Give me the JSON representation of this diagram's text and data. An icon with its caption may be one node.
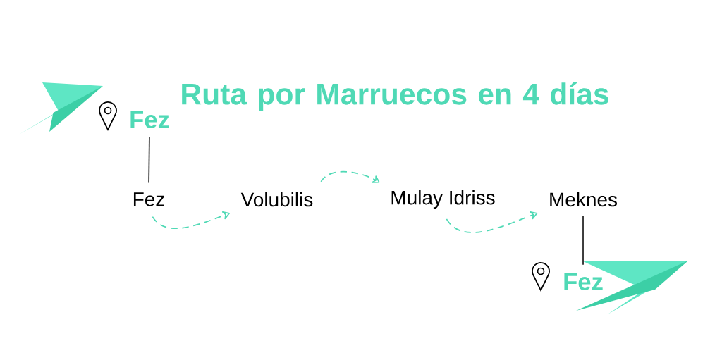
{
  "diagram": {
    "title": "Ruta por Marruecos en 4 días",
    "nodes": [
      {
        "text": [
          "Fez"
        ]
      },
      {
        "text": [
          "Fez"
        ]
      },
      {
        "text": [
          "Volubilis"
        ]
      },
      {
        "text": [
          "Mulay Idriss"
        ]
      },
      {
        "text": [
          "Meknes"
        ]
      },
      {
        "text": [
          "Fez"
        ]
      }
    ],
    "edges": [
      {
        "from": 0,
        "to": 1,
        "arrow": "none",
        "color": "#222222"
      },
      {
        "from": 1,
        "to": 2,
        "arrow": "to",
        "style": "dashed"
      },
      {
        "from": 2,
        "to": 3,
        "arrow": "to",
        "style": "dashed"
      },
      {
        "from": 3,
        "to": 4,
        "arrow": "to",
        "style": "dashed"
      },
      {
        "from": 4,
        "to": 5,
        "arrow": "none",
        "color": "#222222"
      }
    ]
  }
}
